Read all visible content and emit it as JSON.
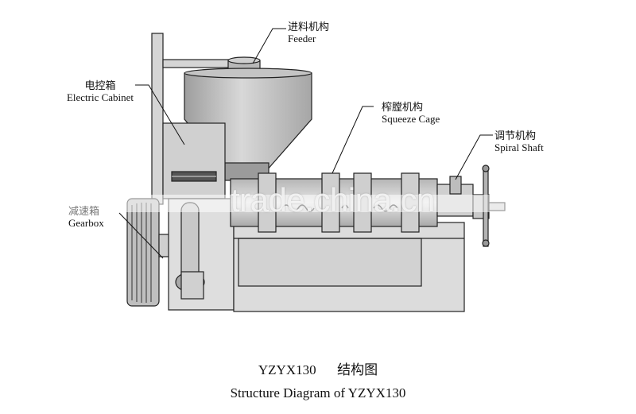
{
  "labels": {
    "feeder": {
      "zh": "进料机构",
      "en": "Feeder"
    },
    "electric_cabinet": {
      "zh": "电控箱",
      "en": "Electric Cabinet"
    },
    "squeeze_cage": {
      "zh": "榨膛机构",
      "en": "Squeeze Cage"
    },
    "spiral_shaft": {
      "zh": "调节机构",
      "en": "Spiral Shaft"
    },
    "gearbox": {
      "zh": "减速箱",
      "en": "Gearbox"
    }
  },
  "caption": {
    "line1_model": "YZYX130",
    "line1_zh": "结构图",
    "line2": "Structure Diagram of  YZYX130"
  },
  "watermark": "trade.china.cn",
  "colors": {
    "machine_light": "#dcdcdc",
    "machine_mid": "#bdbdbd",
    "machine_dark": "#8a8a8a",
    "outline": "#222222"
  }
}
